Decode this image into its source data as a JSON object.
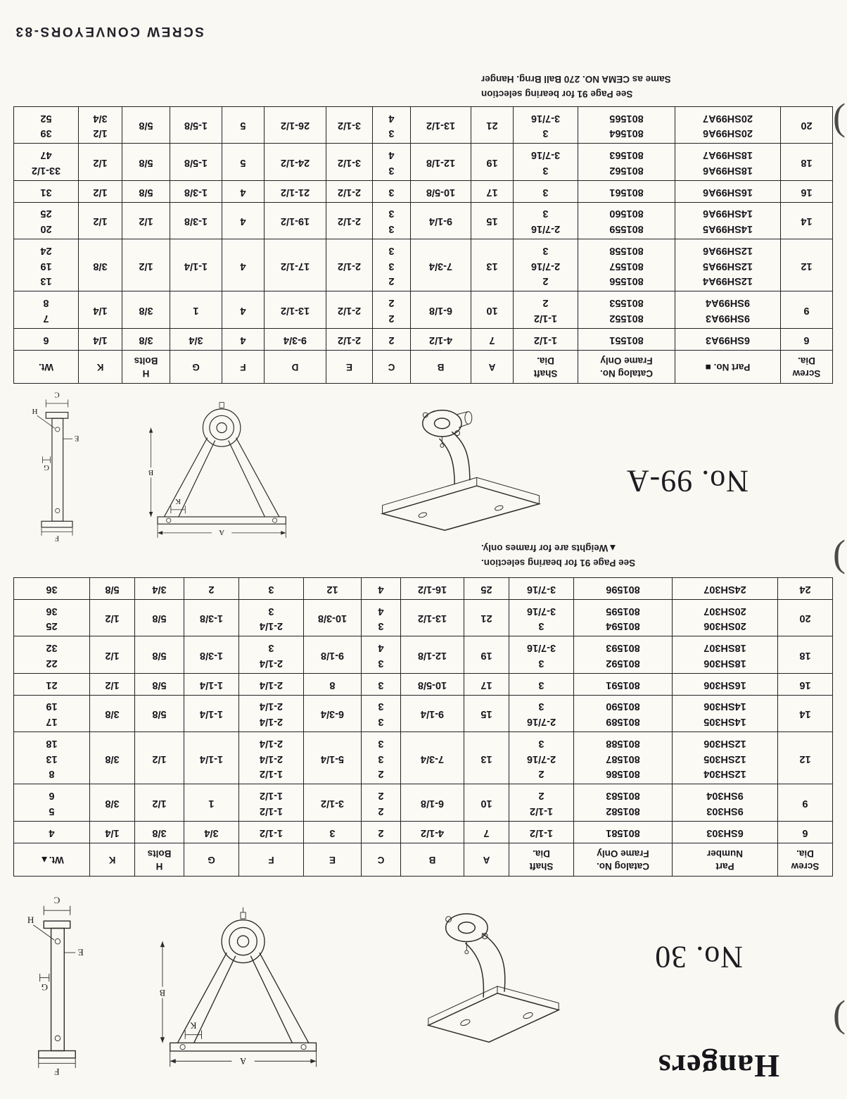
{
  "page": {
    "title": "Hangers",
    "footer": "SCREW CONVEYORS-83",
    "reg_mark": ")"
  },
  "dims": {
    "a": "A",
    "b": "B",
    "c": "C",
    "d": "D",
    "e": "E",
    "f": "F",
    "g": "G",
    "h": "H",
    "k": "K"
  },
  "section_30": {
    "label": "No. 30",
    "notes": {
      "line1": "See Page 91 for bearing selection.",
      "line2": "▲Weights are for frames only."
    },
    "table": {
      "columns": [
        "Screw\nDia.",
        "Part\nNumber",
        "Catalog No.\nFrame Only",
        "Shaft\nDia.",
        "A",
        "B",
        "C",
        "E",
        "F",
        "G",
        "H\nBolts",
        "K",
        "Wt.▲"
      ],
      "rows": [
        [
          "6",
          "6SH303",
          "801581",
          "1-1/2",
          "7",
          "4-1/2",
          "2",
          "3",
          "1-1/2",
          "3/4",
          "3/8",
          "1/4",
          "4"
        ],
        [
          "9",
          "9SH303\n9SH304",
          "801582\n801583",
          "1-1/2\n2",
          "10",
          "6-1/8",
          "2\n2",
          "3-1/2",
          "1-1/2\n1-1/2",
          "1",
          "1/2",
          "3/8",
          "5\n6"
        ],
        [
          "12",
          "12SH304\n12SH305\n12SH306",
          "801586\n801587\n801588",
          "2\n2-7/16\n3",
          "13",
          "7-3/4",
          "2\n3\n3",
          "5-1/4",
          "1-1/2\n2-1/4\n2-1/4",
          "1-1/4",
          "1/2",
          "3/8",
          "8\n13\n18"
        ],
        [
          "14",
          "14SH305\n14SH306",
          "801589\n801590",
          "2-7/16\n3",
          "15",
          "9-1/4",
          "3\n3",
          "6-3/4",
          "2-1/4\n2-1/4",
          "1-1/4",
          "5/8",
          "3/8",
          "17\n19"
        ],
        [
          "16",
          "16SH306",
          "801591",
          "3",
          "17",
          "10-5/8",
          "3",
          "8",
          "2-1/4",
          "1-1/4",
          "5/8",
          "1/2",
          "21"
        ],
        [
          "18",
          "18SH306\n18SH307",
          "801592\n801593",
          "3\n3-7/16",
          "19",
          "12-1/8",
          "3\n4",
          "9-1/8",
          "2-1/4\n3",
          "1-3/8",
          "5/8",
          "1/2",
          "22\n32"
        ],
        [
          "20",
          "20SH306\n20SH307",
          "801594\n801595",
          "3\n3-7/16",
          "21",
          "13-1/2",
          "3\n4",
          "10-3/8",
          "2-1/4\n3",
          "1-3/8",
          "5/8",
          "1/2",
          "25\n36"
        ],
        [
          "24",
          "24SH307",
          "801596",
          "3-7/16",
          "25",
          "16-1/2",
          "4",
          "12",
          "3",
          "2",
          "3/4",
          "5/8",
          "36"
        ]
      ]
    }
  },
  "section_99a": {
    "label": "No. 99-A",
    "notes": {
      "line1": "See Page 91 for bearing selection",
      "line2": "Same as CEMA NO. 270 Ball Brng. Hanger"
    },
    "table": {
      "columns": [
        "Screw\nDia.",
        "Part No. ■",
        "Catalog No.\nFrame Only",
        "Shaft\nDia.",
        "A",
        "B",
        "C",
        "E",
        "D",
        "F",
        "G",
        "H\nBolts",
        "K",
        "Wt."
      ],
      "rows": [
        [
          "6",
          "6SH99A3",
          "801551",
          "1-1/2",
          "7",
          "4-1/2",
          "2",
          "2-1/2",
          "9-3/4",
          "4",
          "3/4",
          "3/8",
          "1/4",
          "6"
        ],
        [
          "9",
          "9SH99A3\n9SH99A4",
          "801552\n801553",
          "1-1/2\n2",
          "10",
          "6-1/8",
          "2\n2",
          "2-1/2",
          "13-1/2",
          "4",
          "1",
          "3/8",
          "1/4",
          "7\n8"
        ],
        [
          "12",
          "12SH99A4\n12SH99A5\n12SH99A6",
          "801556\n801557\n801558",
          "2\n2-7/16\n3",
          "13",
          "7-3/4",
          "2\n3\n3",
          "2-1/2",
          "17-1/2",
          "4",
          "1-1/4",
          "1/2",
          "3/8",
          "13\n19\n24"
        ],
        [
          "14",
          "14SH99A5\n14SH99A6",
          "801559\n801560",
          "2-7/16\n3",
          "15",
          "9-1/4",
          "3\n3",
          "2-1/2",
          "19-1/2",
          "4",
          "1-3/8",
          "1/2",
          "1/2",
          "20\n25"
        ],
        [
          "16",
          "16SH99A6",
          "801561",
          "3",
          "17",
          "10-5/8",
          "3",
          "2-1/2",
          "21-1/2",
          "4",
          "1-3/8",
          "5/8",
          "1/2",
          "31"
        ],
        [
          "18",
          "18SH99A6\n18SH99A7",
          "801562\n801563",
          "3\n3-7/16",
          "19",
          "12-1/8",
          "3\n4",
          "3-1/2",
          "24-1/2",
          "5",
          "1-5/8",
          "5/8",
          "1/2",
          "33-1/2\n47"
        ],
        [
          "20",
          "20SH99A6\n20SH99A7",
          "801564\n801565",
          "3\n3-7/16",
          "21",
          "13-1/2",
          "3\n4",
          "3-1/2",
          "26-1/2",
          "5",
          "1-5/8",
          "5/8",
          "1/2\n3/4",
          "39\n52"
        ]
      ]
    }
  }
}
